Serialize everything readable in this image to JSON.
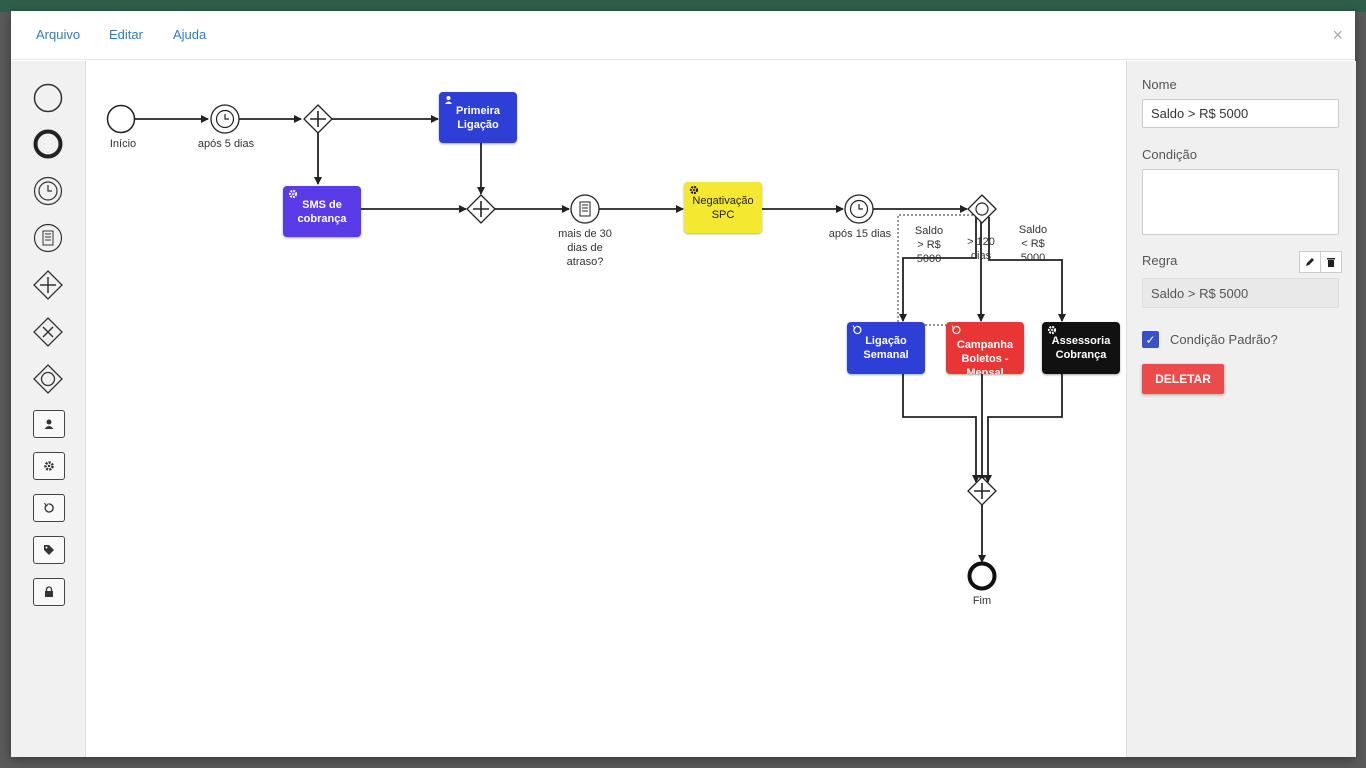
{
  "menu": {
    "file": "Arquivo",
    "edit": "Editar",
    "help": "Ajuda",
    "close": "×"
  },
  "palette": [
    "start-event",
    "end-event",
    "timer-event",
    "message-event",
    "parallel-gateway",
    "exclusive-gateway",
    "inclusive-gateway",
    "user-task",
    "service-task",
    "loop-task",
    "tag",
    "lock"
  ],
  "diagram": {
    "start_label": "Início",
    "timer1_label": "após 5 dias",
    "task_primeira": "Primeira Ligação",
    "task_sms": "SMS de cobrança",
    "message_label": "mais de 30 dias de atraso?",
    "task_spc": "Negativação SPC",
    "timer2_label": "após 15 dias",
    "cond_gt": "Saldo > R$ 5000",
    "cond_mid": "> 120 dias",
    "cond_lt": "Saldo < R$ 5000",
    "task_ligacao": "Ligação Semanal",
    "task_campanha": "Campanha Boletos - Mensal",
    "task_assessoria": "Assessoria Cobrança",
    "end_label": "Fim"
  },
  "colors": {
    "blue": "#2d3fd6",
    "purple": "#5a3be8",
    "yellow": "#f5e830",
    "red": "#e83535",
    "black": "#111111"
  },
  "zoom": {
    "plus": "+",
    "minus": "−"
  },
  "props": {
    "name_label": "Nome",
    "name_value": "Saldo > R$ 5000",
    "condition_label": "Condição",
    "rule_label": "Regra",
    "rule_value": "Saldo > R$ 5000",
    "default_label": "Condição Padrão?",
    "default_checked": true,
    "delete_label": "DELETAR"
  }
}
